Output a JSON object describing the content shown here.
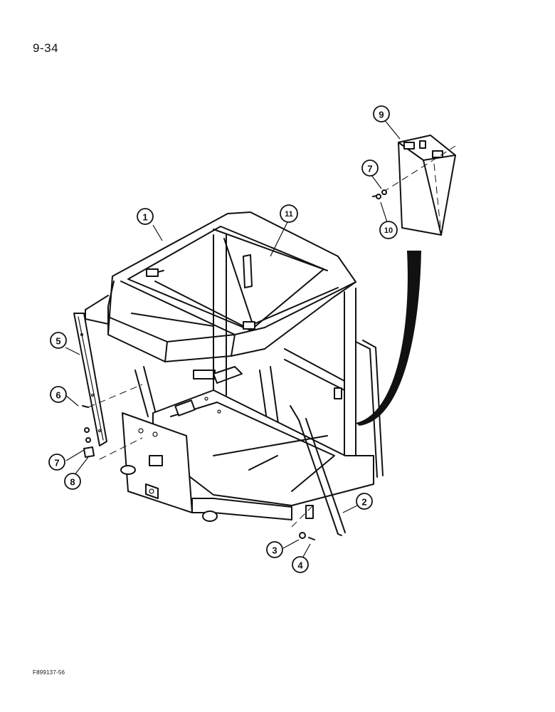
{
  "header": {
    "page_number": "9-34"
  },
  "footer": {
    "figure_code": "F899137-56"
  },
  "callouts": [
    {
      "id": "callout-1",
      "label": "1"
    },
    {
      "id": "callout-2",
      "label": "2"
    },
    {
      "id": "callout-3",
      "label": "3"
    },
    {
      "id": "callout-4",
      "label": "4"
    },
    {
      "id": "callout-5",
      "label": "5"
    },
    {
      "id": "callout-6",
      "label": "6"
    },
    {
      "id": "callout-7a",
      "label": "7"
    },
    {
      "id": "callout-7b",
      "label": "7"
    },
    {
      "id": "callout-8",
      "label": "8"
    },
    {
      "id": "callout-9",
      "label": "9"
    },
    {
      "id": "callout-10",
      "label": "10"
    },
    {
      "id": "callout-11",
      "label": "11"
    }
  ]
}
